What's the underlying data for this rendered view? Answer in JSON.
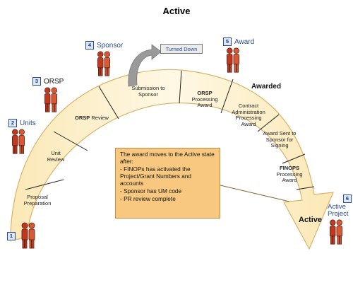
{
  "title": "Active",
  "segments": {
    "proposal_preparation": "Proposal Preparation",
    "unit_review": "Unit Review",
    "orsp_review_a": "ORSP",
    "orsp_review_b": "Review",
    "submission_to_sponsor": "Submission to Sponsor",
    "orsp_processing_a": "ORSP",
    "orsp_processing_b": "Processing Award",
    "contract_admin": "Contract Administration Processing Award",
    "award_sent": "Award Sent to Sponsor for Signing",
    "finops_a": "FINOPS",
    "finops_b": "Processing Award"
  },
  "actors": [
    {
      "num": "1",
      "label": ""
    },
    {
      "num": "2",
      "label": "Units"
    },
    {
      "num": "3",
      "label": "ORSP"
    },
    {
      "num": "4",
      "label": "Sponsor"
    },
    {
      "num": "5",
      "label": "Award"
    },
    {
      "num": "6",
      "label": "Active Project"
    }
  ],
  "turned_down": "Turned Down",
  "awarded_label": "Awarded",
  "active_label": "Active",
  "callout": {
    "intro": "The award moves to the Active state after:",
    "items": [
      "- FINOPs has activated the Project/Grant Numbers and accounts",
      "- Sponsor has UM code",
      "- PR review complete"
    ]
  },
  "colors": {
    "arc_fill": "#fdf4d8",
    "arc_stroke": "#d9b46a",
    "callout_fill": "#f8c880",
    "figure_red": "#c0391e",
    "number_blue": "#2a4d8f"
  }
}
